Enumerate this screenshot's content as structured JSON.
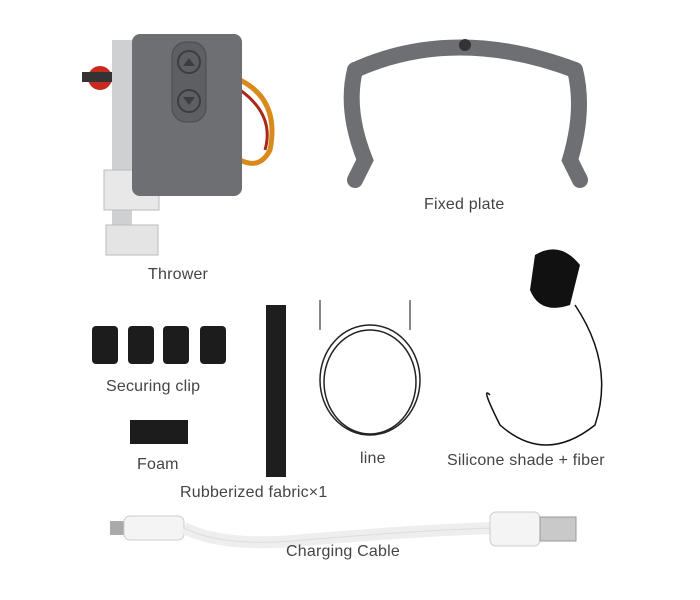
{
  "labels": {
    "thrower": "Thrower",
    "fixed_plate": "Fixed plate",
    "securing_clip": "Securing clip",
    "foam": "Foam",
    "line": "line",
    "silicone": "Silicone shade + fiber",
    "fabric": "Rubberized fabric×1",
    "cable": "Charging Cable"
  },
  "colors": {
    "gray": "#6d6f72",
    "dark": "#1c1c1c",
    "red": "#c8281e",
    "cable": "#f4f4f4"
  }
}
